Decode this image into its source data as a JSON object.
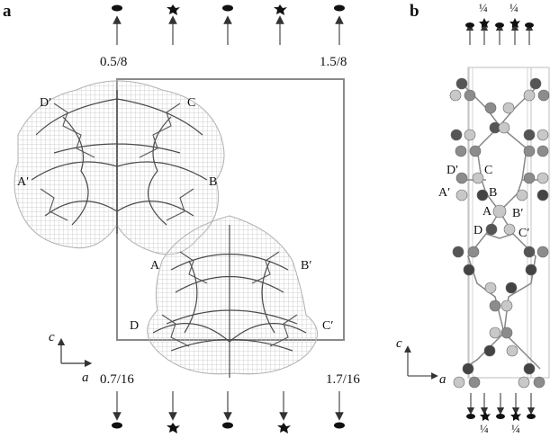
{
  "panel_a": {
    "label": "a",
    "top_fractions": [
      "0.5/8",
      "1.5/8"
    ],
    "bottom_fractions": [
      "0.7/16",
      "1.7/16"
    ],
    "chain_labels_upper": {
      "d_prime": "D′",
      "c": "C",
      "a_prime": "A′",
      "b": "B"
    },
    "chain_labels_lower": {
      "a": "A",
      "b_prime": "B′",
      "d": "D",
      "c_prime": "C′"
    },
    "axes": {
      "vertical": "c",
      "horizontal": "a"
    },
    "symmetry_symbols_top": [
      "2-fold",
      "4-fold-screw",
      "2-fold",
      "4-fold-screw",
      "2-fold"
    ],
    "symmetry_symbols_bottom": [
      "2-fold",
      "4-fold-screw",
      "2-fold",
      "4-fold-screw",
      "2-fold"
    ]
  },
  "panel_b": {
    "label": "b",
    "top_fractions": [
      "¼",
      "¼"
    ],
    "bottom_fractions": [
      "¼",
      "¼"
    ],
    "chain_labels": {
      "d_prime": "D′",
      "c": "C",
      "a_prime": "A′",
      "b": "B",
      "a": "A",
      "b_prime": "B′",
      "d": "D",
      "c_prime": "C′"
    },
    "axes": {
      "vertical": "c",
      "horizontal": "a"
    }
  },
  "colors": {
    "frame": "#8a8a8a",
    "mesh": "#c4c4c4",
    "trace": "#4a4a4a",
    "atom_dark": "#555555",
    "atom_mid": "#8c8c8c",
    "atom_light": "#c8c8c8"
  }
}
